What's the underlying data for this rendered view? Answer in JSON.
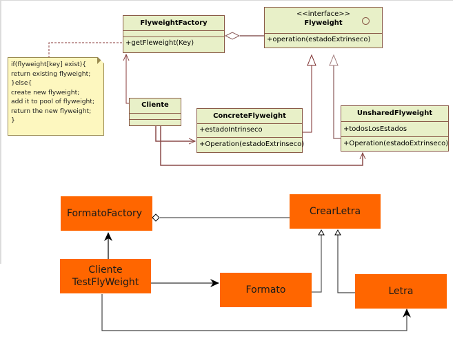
{
  "top_diagram": {
    "flyweight_factory": {
      "name": "FlyweightFactory",
      "attributes": "",
      "operations": "+getFleweight(Key)"
    },
    "flyweight": {
      "stereotype": "<<interface>>",
      "name": "Flyweight",
      "operations": "+operation(estadoExtrinseco)"
    },
    "note": {
      "lines": [
        "if(flyweight[key] exist){",
        "return existing flyweight;",
        "}else{",
        "create new flyweight;",
        "add it to pool of flyweight;",
        "return the new flyweight;",
        "}"
      ]
    },
    "cliente": {
      "name": "Cliente"
    },
    "concrete_flyweight": {
      "name": "ConcreteFlyweight",
      "attributes": "+estadoIntrinseco",
      "operations": "+Operation(estadoExtrinseco)"
    },
    "unshared_flyweight": {
      "name": "UnsharedFlyweight",
      "attributes": "+todosLosEstados",
      "operations": "+Operation(estadoExtrinseco)"
    }
  },
  "bottom_diagram": {
    "formato_factory": {
      "name": "FormatoFactory"
    },
    "crear_letra": {
      "name": "CrearLetra"
    },
    "cliente": {
      "line1": "Cliente",
      "line2": "TestFlyWeight"
    },
    "formato": {
      "name": "Formato"
    },
    "letra": {
      "name": "Letra"
    }
  },
  "colors": {
    "uml_fill": "#e8f0c8",
    "uml_border": "#8a5a48",
    "note_fill": "#fdf7bf",
    "orange_fill": "#ff6600"
  }
}
